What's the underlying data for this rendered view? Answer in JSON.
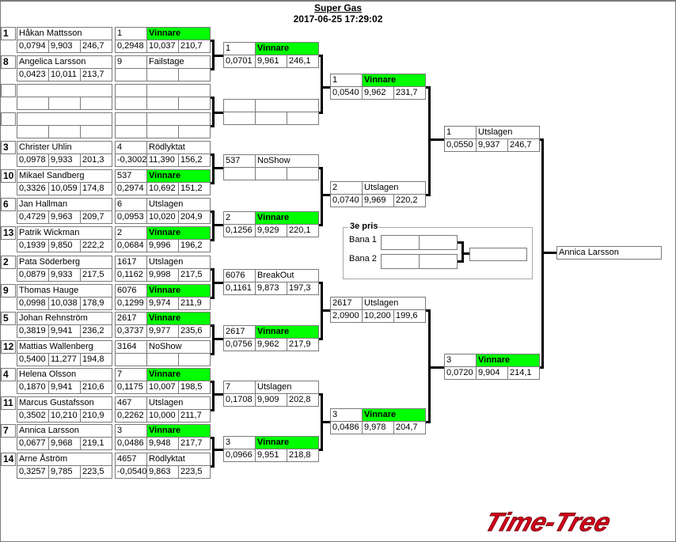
{
  "header": {
    "title": "Super Gas",
    "datetime": "2017-06-25 17:29:02"
  },
  "round1": [
    {
      "seed": "1",
      "name": "Håkan Mattsson",
      "rt": "0,0794",
      "et": "9,903",
      "speed": "246,7",
      "r_num": "1",
      "r_status": "Vinnare",
      "r_win": true,
      "r_rt": "0,2948",
      "r_et": "10,037",
      "r_speed": "210,7"
    },
    {
      "seed": "8",
      "name": "Angelica Larsson",
      "rt": "0,0423",
      "et": "10,011",
      "speed": "213,7",
      "r_num": "9",
      "r_status": "Failstage",
      "r_win": false,
      "r_rt": "",
      "r_et": "",
      "r_speed": ""
    },
    {
      "seed": "",
      "name": "",
      "rt": "",
      "et": "",
      "speed": "",
      "r_num": "",
      "r_status": "",
      "r_win": false,
      "r_rt": "",
      "r_et": "",
      "r_speed": ""
    },
    {
      "seed": "",
      "name": "",
      "rt": "",
      "et": "",
      "speed": "",
      "r_num": "",
      "r_status": "",
      "r_win": false,
      "r_rt": "",
      "r_et": "",
      "r_speed": ""
    },
    {
      "seed": "3",
      "name": "Christer Uhlin",
      "rt": "0,0978",
      "et": "9,933",
      "speed": "201,3",
      "r_num": "4",
      "r_status": "Rödlyktat",
      "r_win": false,
      "r_rt": "-0,3002",
      "r_et": "11,390",
      "r_speed": "156,2"
    },
    {
      "seed": "10",
      "name": "Mikael Sandberg",
      "rt": "0,3326",
      "et": "10,059",
      "speed": "174,8",
      "r_num": "537",
      "r_status": "Vinnare",
      "r_win": true,
      "r_rt": "0,2974",
      "r_et": "10,692",
      "r_speed": "151,2"
    },
    {
      "seed": "6",
      "name": "Jan Hallman",
      "rt": "0,4729",
      "et": "9,963",
      "speed": "209,7",
      "r_num": "6",
      "r_status": "Utslagen",
      "r_win": false,
      "r_rt": "0,0953",
      "r_et": "10,020",
      "r_speed": "204,9"
    },
    {
      "seed": "13",
      "name": "Patrik Wickman",
      "rt": "0,1939",
      "et": "9,850",
      "speed": "222,2",
      "r_num": "2",
      "r_status": "Vinnare",
      "r_win": true,
      "r_rt": "0,0684",
      "r_et": "9,996",
      "r_speed": "196,2"
    },
    {
      "seed": "2",
      "name": "Pata Söderberg",
      "rt": "0,0879",
      "et": "9,933",
      "speed": "217,5",
      "r_num": "1617",
      "r_status": "Utslagen",
      "r_win": false,
      "r_rt": "0,1162",
      "r_et": "9,998",
      "r_speed": "217,5"
    },
    {
      "seed": "9",
      "name": "Thomas Hauge",
      "rt": "0,0998",
      "et": "10,038",
      "speed": "178,9",
      "r_num": "6076",
      "r_status": "Vinnare",
      "r_win": true,
      "r_rt": "0,1299",
      "r_et": "9,974",
      "r_speed": "211,9"
    },
    {
      "seed": "5",
      "name": "Johan Rehnström",
      "rt": "0,3819",
      "et": "9,941",
      "speed": "236,2",
      "r_num": "2617",
      "r_status": "Vinnare",
      "r_win": true,
      "r_rt": "0,3737",
      "r_et": "9,977",
      "r_speed": "235,6"
    },
    {
      "seed": "12",
      "name": "Mattias Wallenberg",
      "rt": "0,5400",
      "et": "11,277",
      "speed": "194,8",
      "r_num": "3164",
      "r_status": "NoShow",
      "r_win": false,
      "r_rt": "",
      "r_et": "",
      "r_speed": ""
    },
    {
      "seed": "4",
      "name": "Helena Olsson",
      "rt": "0,1870",
      "et": "9,941",
      "speed": "210,6",
      "r_num": "7",
      "r_status": "Vinnare",
      "r_win": true,
      "r_rt": "0,1175",
      "r_et": "10,007",
      "r_speed": "198,5"
    },
    {
      "seed": "11",
      "name": "Marcus Gustafsson",
      "rt": "0,3502",
      "et": "10,210",
      "speed": "210,9",
      "r_num": "467",
      "r_status": "Utslagen",
      "r_win": false,
      "r_rt": "0,2262",
      "r_et": "10,000",
      "r_speed": "211,7"
    },
    {
      "seed": "7",
      "name": "Annica Larsson",
      "rt": "0,0677",
      "et": "9,968",
      "speed": "219,1",
      "r_num": "3",
      "r_status": "Vinnare",
      "r_win": true,
      "r_rt": "0,0486",
      "r_et": "9,948",
      "r_speed": "217,7"
    },
    {
      "seed": "14",
      "name": "Arne Åström",
      "rt": "0,3257",
      "et": "9,785",
      "speed": "223,5",
      "r_num": "4657",
      "r_status": "Rödlyktat",
      "r_win": false,
      "r_rt": "-0,0540",
      "r_et": "9,863",
      "r_speed": "223,5"
    }
  ],
  "round2": [
    {
      "num": "1",
      "status": "Vinnare",
      "win": true,
      "rt": "0,0701",
      "et": "9,961",
      "speed": "246,1"
    },
    {
      "num": "",
      "status": "",
      "win": false,
      "rt": "",
      "et": "",
      "speed": ""
    },
    {
      "num": "537",
      "status": "NoShow",
      "win": false,
      "rt": "",
      "et": "",
      "speed": ""
    },
    {
      "num": "2",
      "status": "Vinnare",
      "win": true,
      "rt": "0,1256",
      "et": "9,929",
      "speed": "220,1"
    },
    {
      "num": "6076",
      "status": "BreakOut",
      "win": false,
      "rt": "0,1161",
      "et": "9,873",
      "speed": "197,3"
    },
    {
      "num": "2617",
      "status": "Vinnare",
      "win": true,
      "rt": "0,0756",
      "et": "9,962",
      "speed": "217,9"
    },
    {
      "num": "7",
      "status": "Utslagen",
      "win": false,
      "rt": "0,1708",
      "et": "9,909",
      "speed": "202,8"
    },
    {
      "num": "3",
      "status": "Vinnare",
      "win": true,
      "rt": "0,0966",
      "et": "9,951",
      "speed": "218,8"
    }
  ],
  "round3": [
    {
      "num": "1",
      "status": "Vinnare",
      "win": true,
      "rt": "0,0540",
      "et": "9,962",
      "speed": "231,7"
    },
    {
      "num": "2",
      "status": "Utslagen",
      "win": false,
      "rt": "0,0740",
      "et": "9,969",
      "speed": "220,2"
    },
    {
      "num": "2617",
      "status": "Utslagen",
      "win": false,
      "rt": "2,0900",
      "et": "10,200",
      "speed": "199,6"
    },
    {
      "num": "3",
      "status": "Vinnare",
      "win": true,
      "rt": "0,0486",
      "et": "9,978",
      "speed": "204,7"
    }
  ],
  "round4": [
    {
      "num": "1",
      "status": "Utslagen",
      "win": false,
      "rt": "0,0550",
      "et": "9,937",
      "speed": "246,7"
    },
    {
      "num": "3",
      "status": "Vinnare",
      "win": true,
      "rt": "0,0720",
      "et": "9,904",
      "speed": "214,1"
    }
  ],
  "final": {
    "winner": "Annica Larsson"
  },
  "third_place": {
    "title": "3e pris",
    "lane1": "Bana 1",
    "lane2": "Bana 2"
  },
  "logo": {
    "text": "Time-Tree",
    "color": "#d0021b"
  },
  "colors": {
    "winner": "#00ff00",
    "border": "#7a7a7a"
  }
}
